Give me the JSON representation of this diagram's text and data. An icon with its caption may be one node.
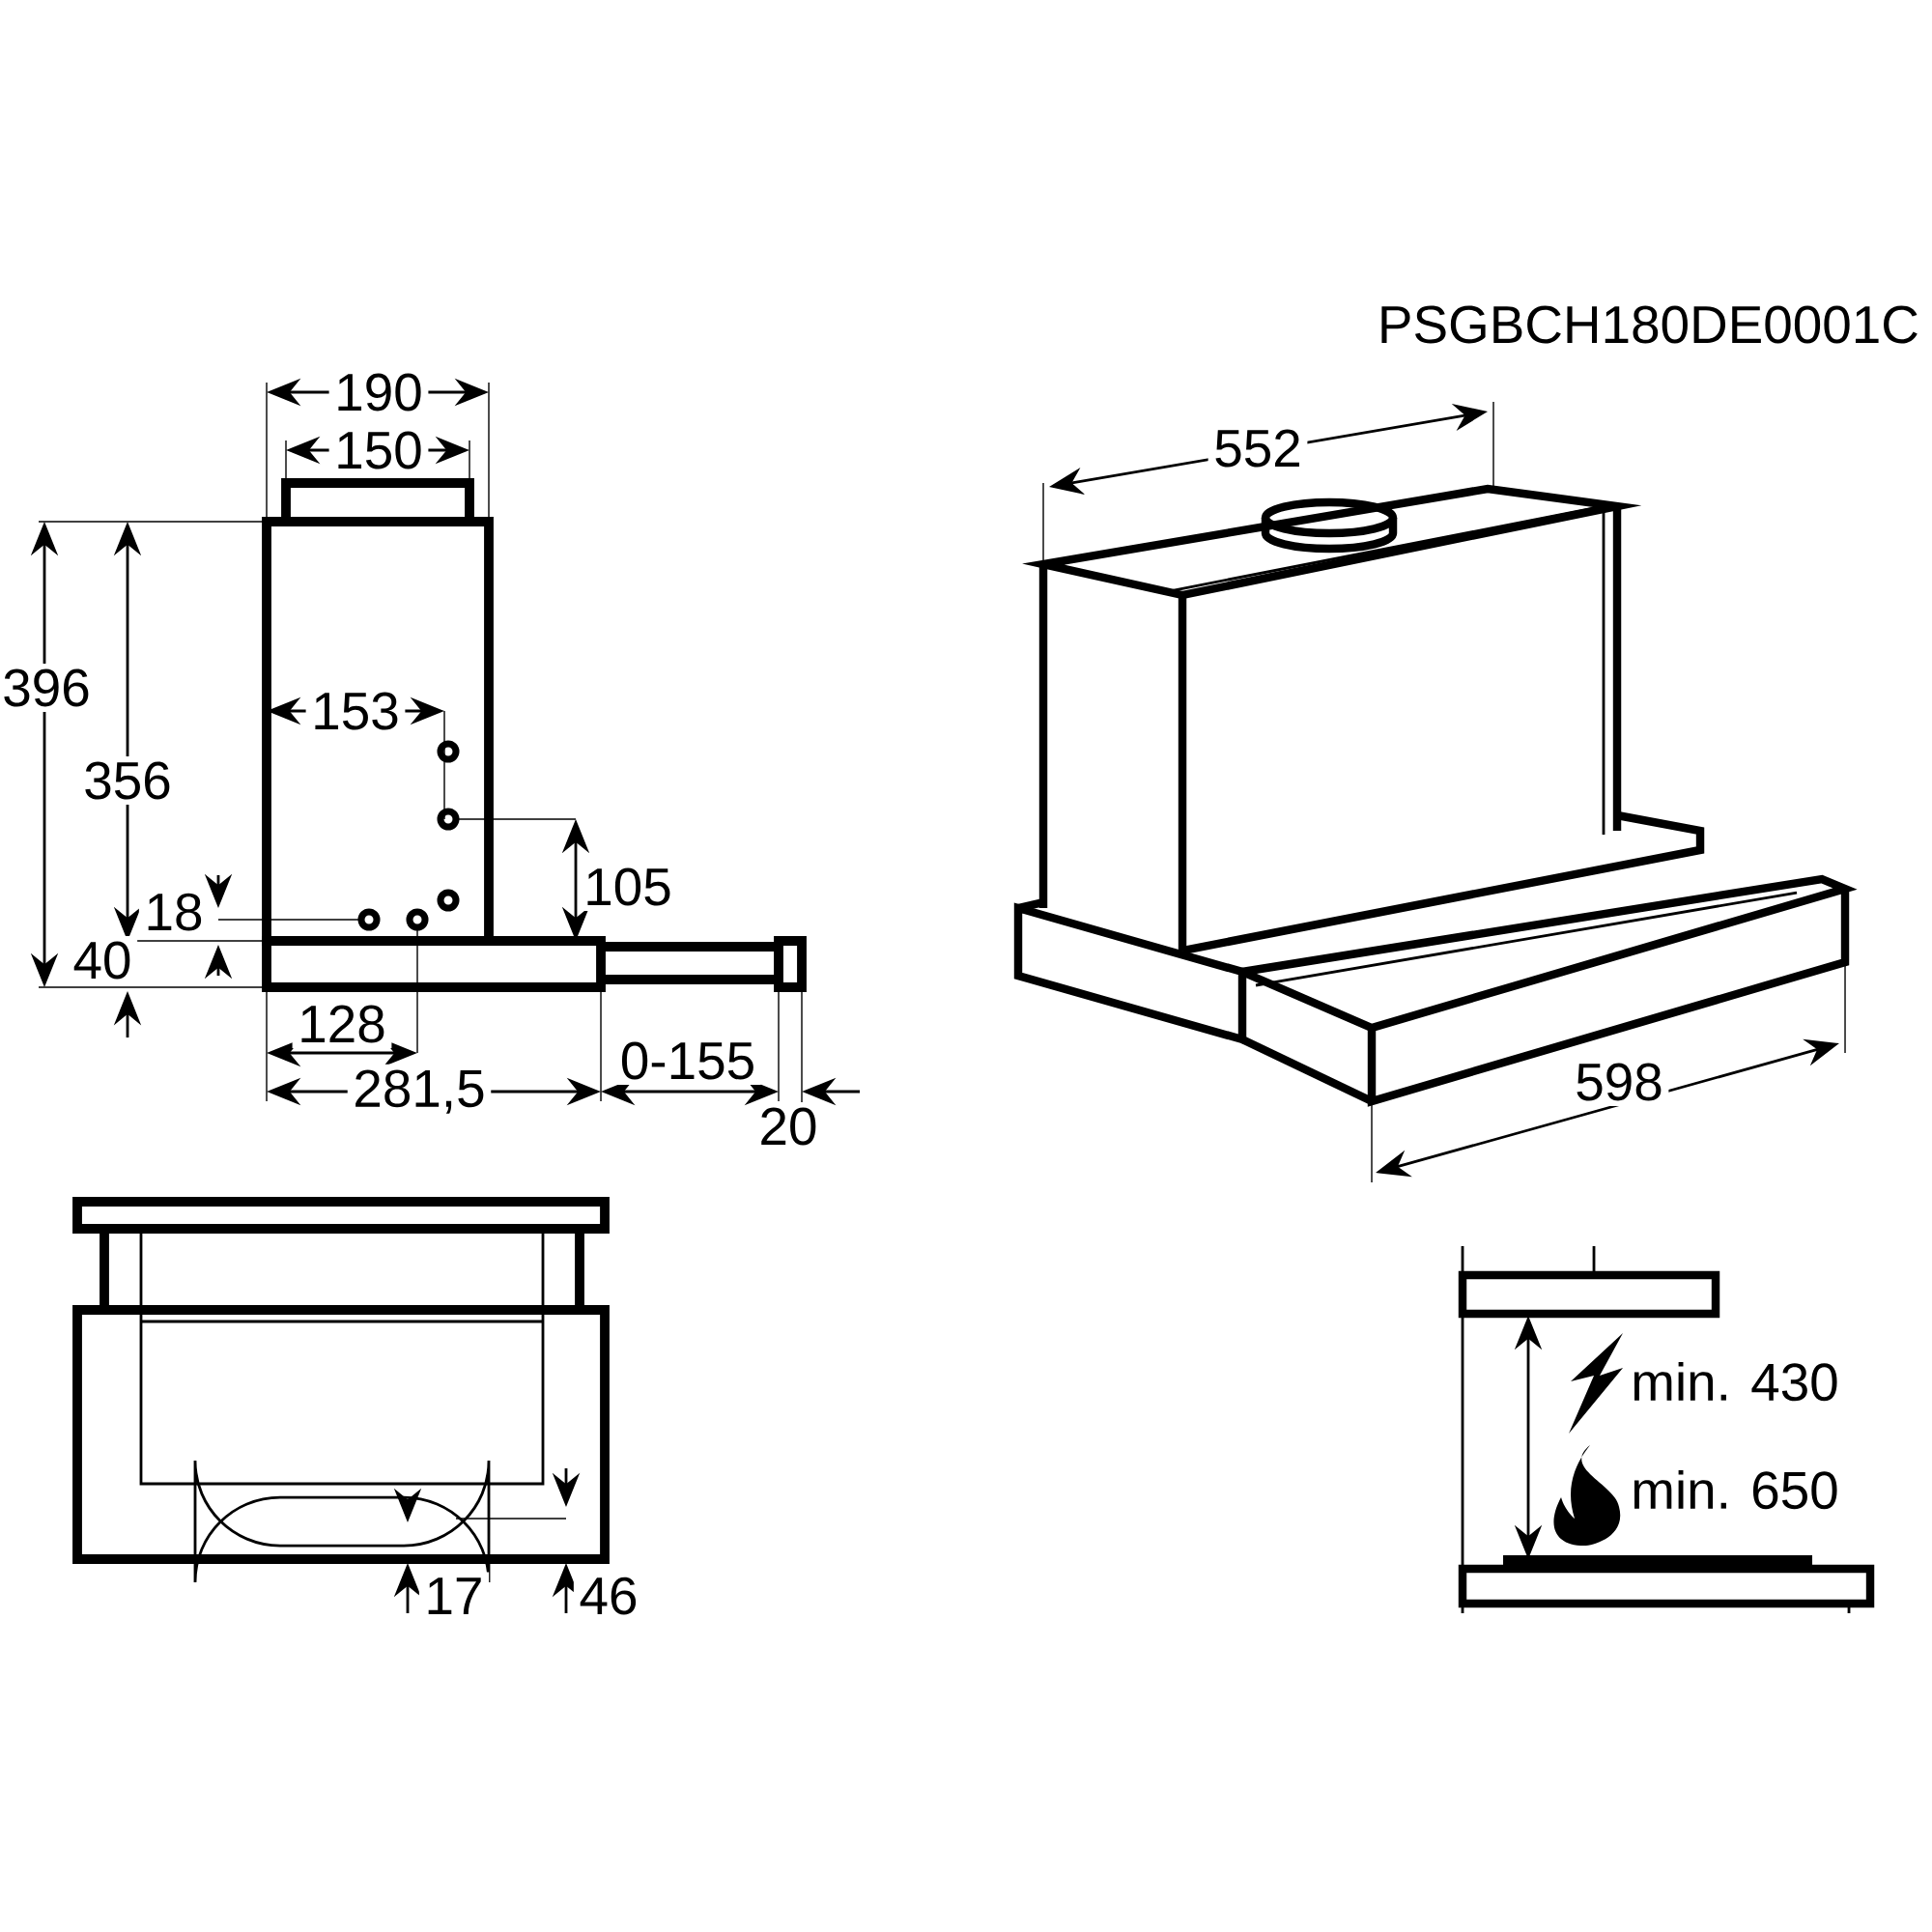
{
  "diagram": {
    "labels": [
      "PSGBCH180DE0001C",
      "190",
      "552",
      "150",
      "396",
      "153",
      "356",
      "105",
      "18",
      "40",
      "128",
      "598",
      "0-155",
      "281,5",
      "20",
      "min. 430",
      "min. 650",
      "17",
      "46"
    ]
  }
}
